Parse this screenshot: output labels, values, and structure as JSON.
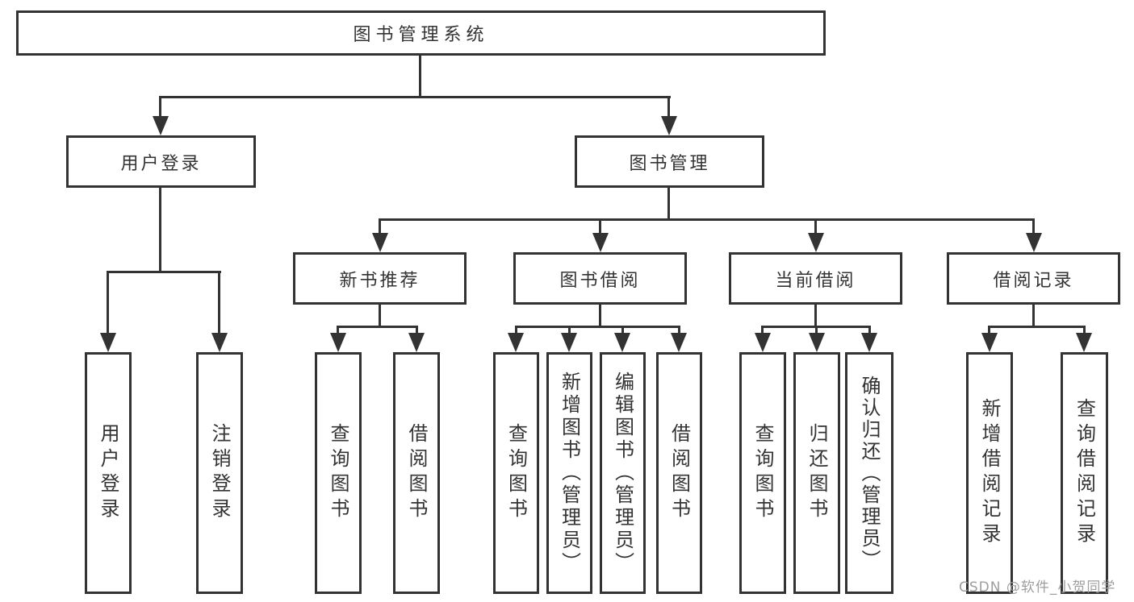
{
  "diagram_title": "图书管理系统",
  "nodes": {
    "root": {
      "label": "图书管理系统"
    },
    "user_login": {
      "label": "用户登录"
    },
    "book_mgmt": {
      "label": "图书管理"
    },
    "new_books": {
      "label": "新书推荐"
    },
    "book_borrow": {
      "label": "图书借阅"
    },
    "current_borrow": {
      "label": "当前借阅"
    },
    "borrow_records": {
      "label": "借阅记录"
    },
    "user_login_leaf": {
      "label": "用户登录"
    },
    "logout_leaf": {
      "label": "注销登录"
    },
    "nb_query": {
      "label": "查询图书"
    },
    "nb_borrow": {
      "label": "借阅图书"
    },
    "bb_query": {
      "label": "查询图书"
    },
    "bb_add": {
      "label": "新增图书（管理员）"
    },
    "bb_edit": {
      "label": "编辑图书（管理员）"
    },
    "bb_borrow": {
      "label": "借阅图书"
    },
    "cb_query": {
      "label": "查询图书"
    },
    "cb_return": {
      "label": "归还图书"
    },
    "cb_confirm": {
      "label": "确认归还（管理员）"
    },
    "br_add": {
      "label": "新增借阅记录"
    },
    "br_query": {
      "label": "查询借阅记录"
    }
  },
  "watermark": {
    "text": "CSDN @软件_小贺同学",
    "color": "#9e9e9e"
  },
  "colors": {
    "line": "#333333",
    "text": "#333333",
    "background": "#ffffff"
  }
}
